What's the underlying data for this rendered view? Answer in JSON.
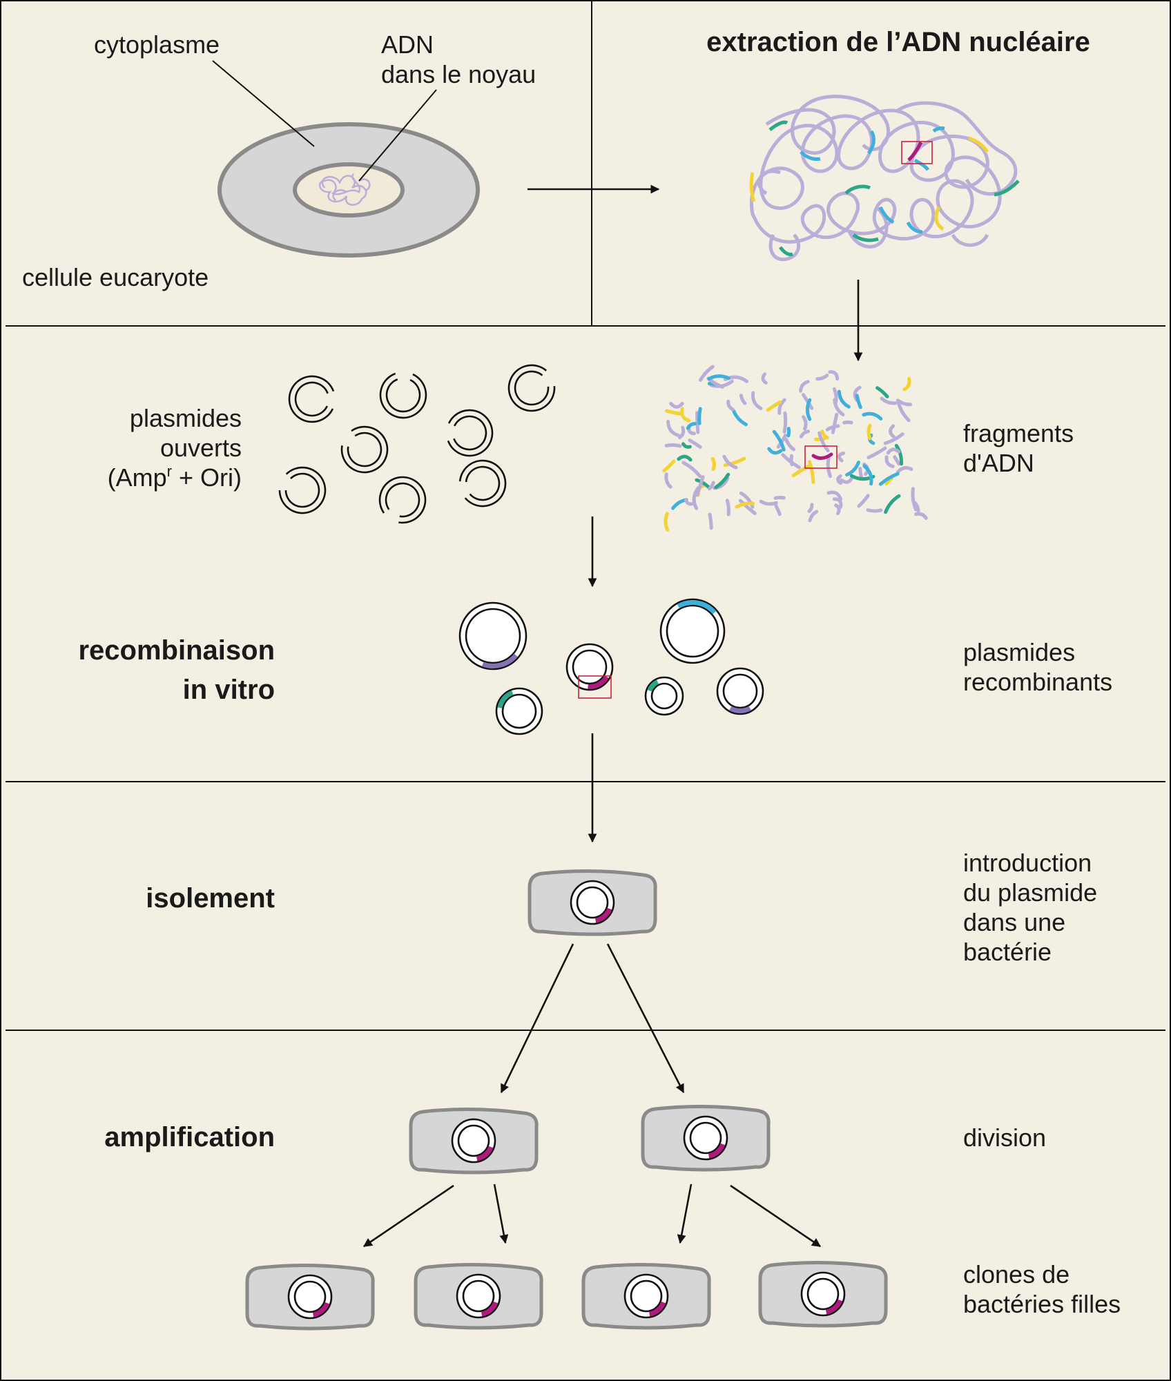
{
  "colors": {
    "background": "#f4efe3",
    "cell_fill": "#d6d6d6",
    "cell_stroke": "#8a8a8a",
    "nucleus_fill": "#f1ead8",
    "dna_lavender": "#b9aed8",
    "dna_magenta": "#b0197d",
    "dna_teal": "#2aa787",
    "dna_blue": "#3fb0dc",
    "dna_yellow": "#f2d335",
    "dna_purple": "#8572b5",
    "highlight_box": "#c8243a"
  },
  "labels": {
    "cytoplasme": "cytoplasme",
    "adn_line1": "ADN",
    "adn_line2": "dans le noyau",
    "cellule": "cellule eucaryote",
    "extraction": "extraction de l’ADN nucléaire",
    "plasmides_ouverts_1": "plasmides",
    "plasmides_ouverts_2": "ouverts",
    "plasmides_ouverts_3a": "(Amp",
    "plasmides_ouverts_3sup": "r",
    "plasmides_ouverts_3b": " + Ori)",
    "fragments_1": "fragments",
    "fragments_2": "d'ADN",
    "recombinaison_1": "recombinaison",
    "recombinaison_2": "in vitro",
    "plasmides_recomb_1": "plasmides",
    "plasmides_recomb_2": "recombinants",
    "isolement": "isolement",
    "introduction_1": "introduction",
    "introduction_2": "du plasmide",
    "introduction_3": "dans une",
    "introduction_4": "bactérie",
    "amplification": "amplification",
    "division": "division",
    "clones_1": "clones de",
    "clones_2": "bactéries filles"
  }
}
